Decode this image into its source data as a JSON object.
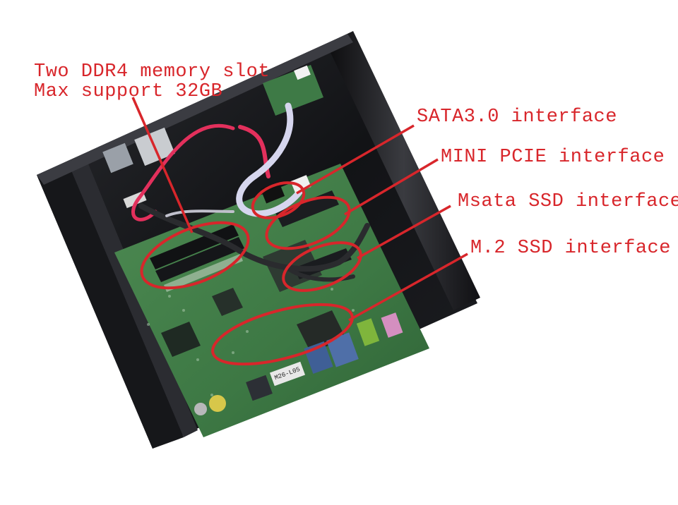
{
  "annotation_color": "#d8262b",
  "callouts": {
    "ram_line1": "Two DDR4 memory slot",
    "ram_line2": "Max support 32GB",
    "sata": "SATA3.0 interface",
    "mini_pcie": "MINI PCIE interface",
    "msata": "Msata SSD interface",
    "m2": "M.2 SSD interface"
  },
  "board_labels": {
    "sticker": "M26-L05"
  }
}
